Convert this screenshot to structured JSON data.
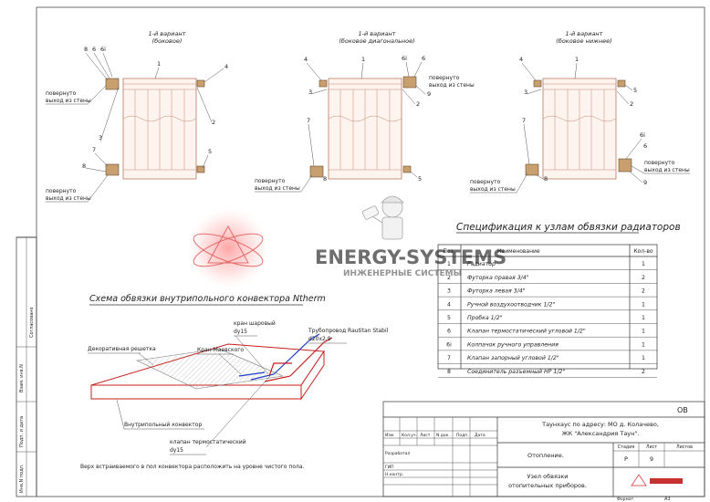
{
  "variants": [
    {
      "title": "1-й вариант",
      "subtitle": "(боковое)"
    },
    {
      "title": "1-й вариант",
      "subtitle": "(боковое диагональное)"
    },
    {
      "title": "1-й вариант",
      "subtitle": "(боковое нижнее)"
    }
  ],
  "callouts": {
    "n1": "1",
    "n2": "2",
    "n3": "3",
    "n4": "4",
    "n5": "5",
    "n6": "6",
    "n6i": "6i",
    "n7": "7",
    "n8": "8",
    "n9": "9"
  },
  "wall_note": {
    "line1": "повернуто",
    "line2": "выход из стены"
  },
  "watermark": {
    "brand": "ENERGY-SYSTEMS",
    "sub": "ИНЖЕНЕРНЫЕ СИСТЕМЫ"
  },
  "spec": {
    "title": "Спецификация к узлам обвязки радиаторов",
    "headers": [
      "Поз.",
      "Наименование",
      "Кол-во"
    ],
    "rows": [
      [
        "1",
        "Радиатор",
        "1"
      ],
      [
        "2",
        "Футорка правая 3/4\"",
        "2"
      ],
      [
        "3",
        "Футорка левая 3/4\"",
        "2"
      ],
      [
        "4",
        "Ручной воздухоотводчик 1/2\"",
        "1"
      ],
      [
        "5",
        "Пробка 1/2\"",
        "1"
      ],
      [
        "6",
        "Клапан термостатический угловой 1/2\"",
        "1"
      ],
      [
        "6i",
        "Колпачок ручного управления",
        "1"
      ],
      [
        "7",
        "Клапан запорный угловой 1/2\"",
        "1"
      ],
      [
        "8",
        "Соединитель разъемный НР 1/2\"",
        "2"
      ]
    ]
  },
  "convector": {
    "title": "Схема обвязки внутрипольного конвектора Ntherm",
    "labels": {
      "ball_valve": "кран шаровый",
      "ball_valve_size": "dy15",
      "mayevsky": "Кран Маевского",
      "pipe": "Трубопровод Rautitan Stabil",
      "pipe_size": "d20x2,9",
      "grille": "Декоративная решетка",
      "convector": "Внутрипольный конвектор",
      "thermo_valve": "клапан термостатический",
      "thermo_valve_size": "dy15"
    },
    "note": "Верх встраиваемого в пол конвектора расположить на уровне чистого пола."
  },
  "side_stamp": [
    "Согласовано",
    "Взам. инв.N",
    "Подп. и дата",
    "Инв.N подл."
  ],
  "title_block": {
    "code": "ОВ",
    "col_headers": [
      "Изм.",
      "Кол.уч.",
      "Лист",
      "N док.",
      "Подп.",
      "Дата"
    ],
    "roles": [
      "Разработал",
      "ГИП",
      "Н.контр."
    ],
    "project_line1": "Таунхаус по адресу: МО д. Колачево,",
    "project_line2": "ЖК \"Александрия Таун\".",
    "section": "Отопление.",
    "stage_label": "Стадия",
    "sheet_label": "Лист",
    "sheets_label": "Листов",
    "stage": "Р",
    "sheet": "9",
    "drawing_line1": "Узел обвязки",
    "drawing_line2": "отопительных приборов.",
    "format_label": "Формат",
    "format": "А3"
  }
}
